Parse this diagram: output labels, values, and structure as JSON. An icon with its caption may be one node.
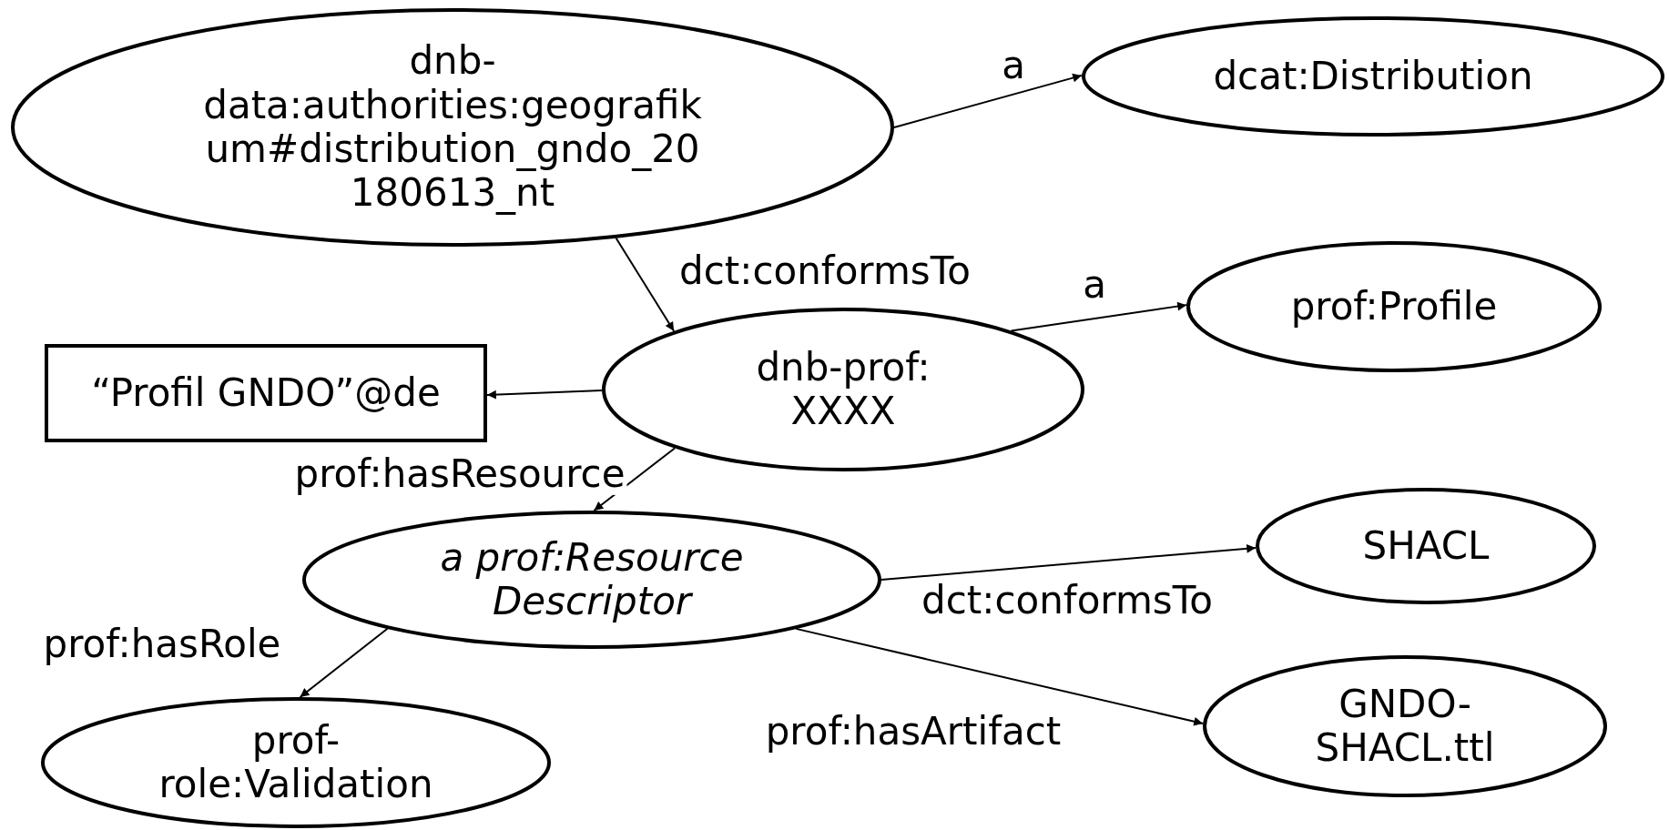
{
  "diagram": {
    "nodes": [
      {
        "text": [
          "dnb- data:authorities:geografik um#distribution_gndo_20 180613_nt"
        ]
      },
      {
        "text": [
          "dcat:Distribution"
        ]
      },
      {
        "text": [
          "dnb-prof: XXXX"
        ]
      },
      {
        "text": [
          "prof:Profile"
        ]
      },
      {
        "text": [
          "“Profil GNDO”@de"
        ]
      },
      {
        "text": [
          "a prof:Resource Descriptor"
        ]
      },
      {
        "text": [
          "SHACL"
        ]
      },
      {
        "text": [
          "prof- role:Validation"
        ]
      },
      {
        "text": [
          "GNDO- SHACL.ttl"
        ]
      }
    ],
    "edges": [
      {
        "from": 0,
        "to": 1,
        "arrow": "to",
        "label": "a"
      },
      {
        "from": 0,
        "to": 2,
        "arrow": "to",
        "label": "dct:conformsTo"
      },
      {
        "from": 2,
        "to": 3,
        "arrow": "to",
        "label": "a"
      },
      {
        "from": 2,
        "to": 4,
        "arrow": "to"
      },
      {
        "from": 2,
        "to": 5,
        "arrow": "to",
        "label": "prof:hasResource"
      },
      {
        "from": 5,
        "to": 6,
        "arrow": "to",
        "label": "dct:conformsTo"
      },
      {
        "from": 5,
        "to": 7,
        "arrow": "to",
        "label": "prof:hasRole"
      },
      {
        "from": 5,
        "to": 8,
        "arrow": "to",
        "label": "prof:hasArtifact"
      }
    ]
  }
}
